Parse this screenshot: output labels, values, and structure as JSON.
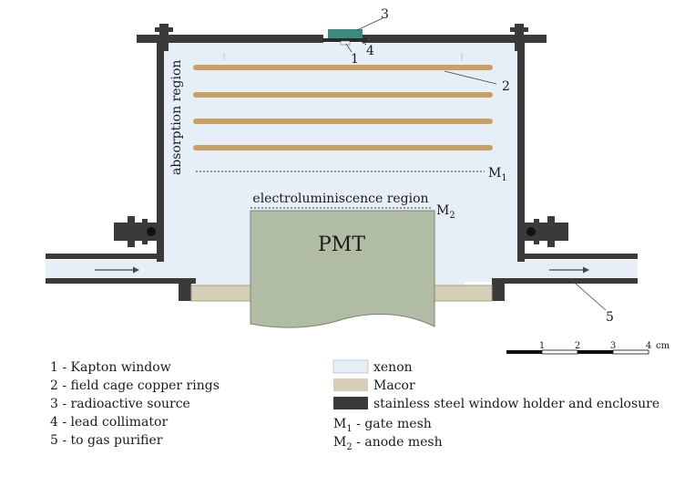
{
  "labels": {
    "absorption_region": "absorption region",
    "electroluminescence_region": "electroluminiscence region",
    "pmt": "PMT",
    "m1": "M",
    "m1_sub": "1",
    "m2": "M",
    "m2_sub": "2",
    "callout_1": "1",
    "callout_2": "2",
    "callout_3": "3",
    "callout_4": "4",
    "callout_5": "5"
  },
  "scale_bar": {
    "ticks": [
      "1",
      "2",
      "3",
      "4"
    ],
    "unit": "cm"
  },
  "numbered_legend": [
    "1 - Kapton window",
    "2 - field cage copper rings",
    "3 - radioactive source",
    "4 - lead collimator",
    "5 - to gas purifier"
  ],
  "material_legend": [
    {
      "label": "xenon",
      "color": "#e6eef7"
    },
    {
      "label": "Macor",
      "color": "#d6cfb8"
    },
    {
      "label": "stainless steel window holder and enclosure",
      "color": "#3a3a3a"
    }
  ],
  "mesh_legend": {
    "m1_prefix": "M",
    "m1_sub": "1",
    "m1_text": " - gate mesh",
    "m2_prefix": "M",
    "m2_sub": "2",
    "m2_text": " - anode mesh"
  },
  "colors": {
    "xenon": "#e6eef7",
    "steel": "#3a3a3a",
    "copper": "#c8a060",
    "macor": "#d6cfb8",
    "pmt": "#b1bca5"
  }
}
